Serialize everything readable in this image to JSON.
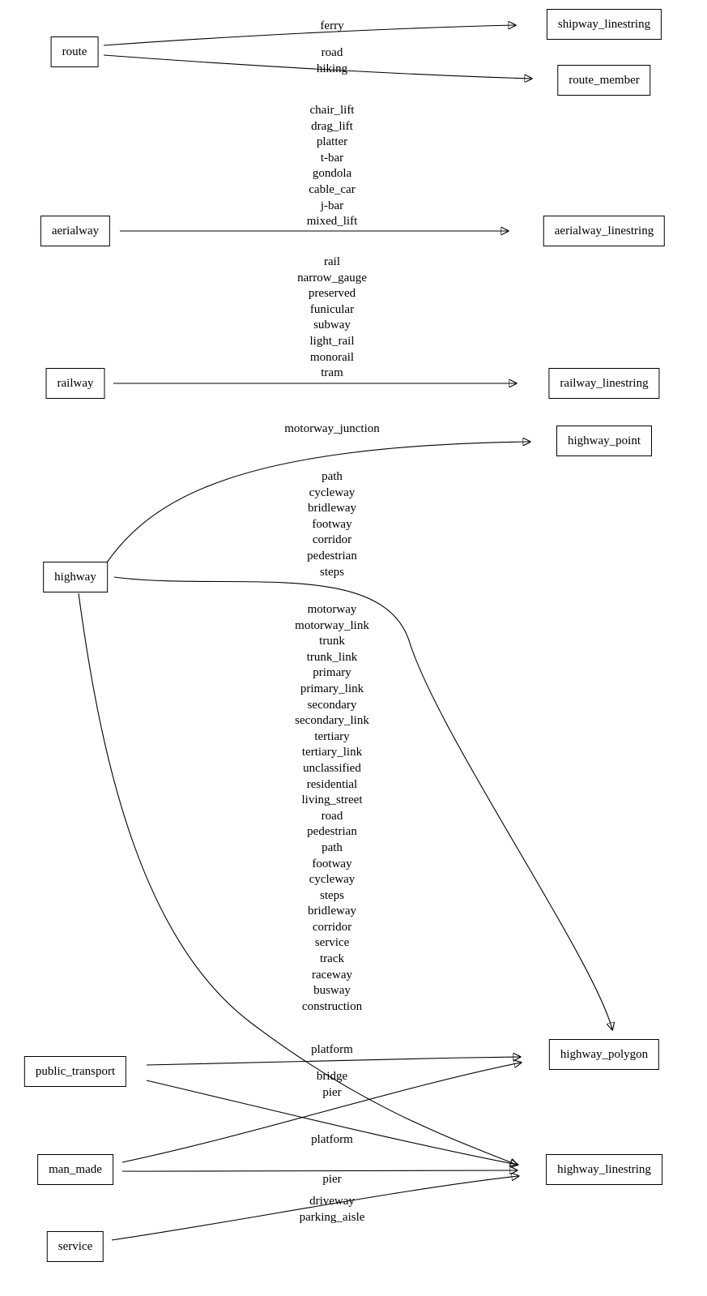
{
  "diagram": {
    "nodes": [
      {
        "id": "route",
        "label": "route"
      },
      {
        "id": "shipway_linestring",
        "label": "shipway_linestring"
      },
      {
        "id": "route_member",
        "label": "route_member"
      },
      {
        "id": "aerialway",
        "label": "aerialway"
      },
      {
        "id": "aerialway_linestring",
        "label": "aerialway_linestring"
      },
      {
        "id": "railway",
        "label": "railway"
      },
      {
        "id": "railway_linestring",
        "label": "railway_linestring"
      },
      {
        "id": "highway",
        "label": "highway"
      },
      {
        "id": "highway_point",
        "label": "highway_point"
      },
      {
        "id": "highway_polygon",
        "label": "highway_polygon"
      },
      {
        "id": "public_transport",
        "label": "public_transport"
      },
      {
        "id": "man_made",
        "label": "man_made"
      },
      {
        "id": "highway_linestring",
        "label": "highway_linestring"
      },
      {
        "id": "service",
        "label": "service"
      }
    ],
    "edges": [
      {
        "from": "route",
        "to": "shipway_linestring",
        "label": "ferry"
      },
      {
        "from": "route",
        "to": "route_member",
        "label": "road\nhiking"
      },
      {
        "from": "aerialway",
        "to": "aerialway_linestring",
        "label": "chair_lift\ndrag_lift\nplatter\nt-bar\ngondola\ncable_car\nj-bar\nmixed_lift"
      },
      {
        "from": "railway",
        "to": "railway_linestring",
        "label": "rail\nnarrow_gauge\npreserved\nfunicular\nsubway\nlight_rail\nmonorail\ntram"
      },
      {
        "from": "highway",
        "to": "highway_point",
        "label": "motorway_junction"
      },
      {
        "from": "highway",
        "to": "highway_polygon",
        "label": "path\ncycleway\nbridleway\nfootway\ncorridor\npedestrian\nsteps"
      },
      {
        "from": "highway",
        "to": "highway_linestring",
        "label": "motorway\nmotorway_link\ntrunk\ntrunk_link\nprimary\nprimary_link\nsecondary\nsecondary_link\ntertiary\ntertiary_link\nunclassified\nresidential\nliving_street\nroad\npedestrian\npath\nfootway\ncycleway\nsteps\nbridleway\ncorridor\nservice\ntrack\nraceway\nbusway\nconstruction"
      },
      {
        "from": "public_transport",
        "to": "highway_polygon",
        "label": "platform"
      },
      {
        "from": "man_made",
        "to": "highway_polygon",
        "label": "bridge\npier"
      },
      {
        "from": "public_transport",
        "to": "highway_linestring",
        "label": "platform"
      },
      {
        "from": "man_made",
        "to": "highway_linestring",
        "label": "pier"
      },
      {
        "from": "service",
        "to": "highway_linestring",
        "label": "driveway\nparking_aisle"
      }
    ]
  }
}
